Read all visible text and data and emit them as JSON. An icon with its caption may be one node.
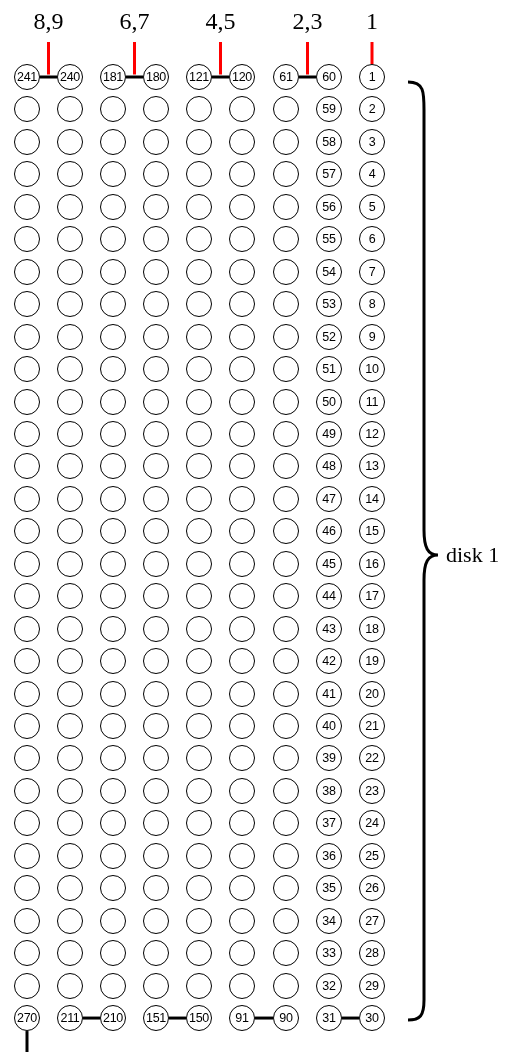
{
  "diagram": {
    "nodes": [
      {
        "text": [
          "8,9"
        ]
      },
      {
        "text": [
          "6,7"
        ]
      },
      {
        "text": [
          "4,5"
        ]
      },
      {
        "text": [
          "2,3"
        ]
      },
      {
        "text": [
          "1"
        ]
      },
      {
        "text": [
          "241"
        ]
      },
      {
        "text": [
          "240"
        ]
      },
      {
        "text": [
          "181"
        ]
      },
      {
        "text": [
          "180"
        ]
      },
      {
        "text": [
          "121"
        ]
      },
      {
        "text": [
          "120"
        ]
      },
      {
        "text": [
          "61"
        ]
      },
      {
        "text": [
          "60"
        ]
      },
      {
        "text": [
          "1"
        ]
      },
      {
        "text": [],
        "shape": "circle"
      },
      {
        "text": [],
        "shape": "circle"
      },
      {
        "text": [],
        "shape": "circle"
      },
      {
        "text": [],
        "shape": "circle"
      },
      {
        "text": [],
        "shape": "circle"
      },
      {
        "text": [],
        "shape": "circle"
      },
      {
        "text": [],
        "shape": "circle"
      },
      {
        "text": [
          "59"
        ]
      },
      {
        "text": [
          "2"
        ]
      },
      {
        "text": [],
        "shape": "circle"
      },
      {
        "text": [],
        "shape": "circle"
      },
      {
        "text": [],
        "shape": "circle"
      },
      {
        "text": [],
        "shape": "circle"
      },
      {
        "text": [],
        "shape": "circle"
      },
      {
        "text": [],
        "shape": "circle"
      },
      {
        "text": [],
        "shape": "circle"
      },
      {
        "text": [
          "58"
        ]
      },
      {
        "text": [
          "3"
        ]
      },
      {
        "text": [],
        "shape": "circle"
      },
      {
        "text": [],
        "shape": "circle"
      },
      {
        "text": [],
        "shape": "circle"
      },
      {
        "text": [],
        "shape": "circle"
      },
      {
        "text": [],
        "shape": "circle"
      },
      {
        "text": [],
        "shape": "circle"
      },
      {
        "text": [],
        "shape": "circle"
      },
      {
        "text": [
          "57"
        ]
      },
      {
        "text": [
          "4"
        ]
      },
      {
        "text": [],
        "shape": "circle"
      },
      {
        "text": [],
        "shape": "circle"
      },
      {
        "text": [],
        "shape": "circle"
      },
      {
        "text": [],
        "shape": "circle"
      },
      {
        "text": [],
        "shape": "circle"
      },
      {
        "text": [],
        "shape": "circle"
      },
      {
        "text": [],
        "shape": "circle"
      },
      {
        "text": [
          "56"
        ]
      },
      {
        "text": [
          "5"
        ]
      },
      {
        "text": [],
        "shape": "circle"
      },
      {
        "text": [],
        "shape": "circle"
      },
      {
        "text": [],
        "shape": "circle"
      },
      {
        "text": [],
        "shape": "circle"
      },
      {
        "text": [],
        "shape": "circle"
      },
      {
        "text": [],
        "shape": "circle"
      },
      {
        "text": [],
        "shape": "circle"
      },
      {
        "text": [
          "55"
        ]
      },
      {
        "text": [
          "6"
        ]
      },
      {
        "text": [],
        "shape": "circle"
      },
      {
        "text": [],
        "shape": "circle"
      },
      {
        "text": [],
        "shape": "circle"
      },
      {
        "text": [],
        "shape": "circle"
      },
      {
        "text": [],
        "shape": "circle"
      },
      {
        "text": [],
        "shape": "circle"
      },
      {
        "text": [],
        "shape": "circle"
      },
      {
        "text": [
          "54"
        ]
      },
      {
        "text": [
          "7"
        ]
      },
      {
        "text": [],
        "shape": "circle"
      },
      {
        "text": [],
        "shape": "circle"
      },
      {
        "text": [],
        "shape": "circle"
      },
      {
        "text": [],
        "shape": "circle"
      },
      {
        "text": [],
        "shape": "circle"
      },
      {
        "text": [],
        "shape": "circle"
      },
      {
        "text": [],
        "shape": "circle"
      },
      {
        "text": [
          "53"
        ]
      },
      {
        "text": [
          "8"
        ]
      },
      {
        "text": [],
        "shape": "circle"
      },
      {
        "text": [],
        "shape": "circle"
      },
      {
        "text": [],
        "shape": "circle"
      },
      {
        "text": [],
        "shape": "circle"
      },
      {
        "text": [],
        "shape": "circle"
      },
      {
        "text": [],
        "shape": "circle"
      },
      {
        "text": [],
        "shape": "circle"
      },
      {
        "text": [
          "52"
        ]
      },
      {
        "text": [
          "9"
        ]
      },
      {
        "text": [],
        "shape": "circle"
      },
      {
        "text": [],
        "shape": "circle"
      },
      {
        "text": [],
        "shape": "circle"
      },
      {
        "text": [],
        "shape": "circle"
      },
      {
        "text": [],
        "shape": "circle"
      },
      {
        "text": [],
        "shape": "circle"
      },
      {
        "text": [],
        "shape": "circle"
      },
      {
        "text": [
          "51"
        ]
      },
      {
        "text": [
          "10"
        ]
      },
      {
        "text": [],
        "shape": "circle"
      },
      {
        "text": [],
        "shape": "circle"
      },
      {
        "text": [],
        "shape": "circle"
      },
      {
        "text": [],
        "shape": "circle"
      },
      {
        "text": [],
        "shape": "circle"
      },
      {
        "text": [],
        "shape": "circle"
      },
      {
        "text": [],
        "shape": "circle"
      },
      {
        "text": [
          "50"
        ]
      },
      {
        "text": [
          "11"
        ]
      },
      {
        "text": [],
        "shape": "circle"
      },
      {
        "text": [],
        "shape": "circle"
      },
      {
        "text": [],
        "shape": "circle"
      },
      {
        "text": [],
        "shape": "circle"
      },
      {
        "text": [],
        "shape": "circle"
      },
      {
        "text": [],
        "shape": "circle"
      },
      {
        "text": [],
        "shape": "circle"
      },
      {
        "text": [
          "49"
        ]
      },
      {
        "text": [
          "12"
        ]
      },
      {
        "text": [],
        "shape": "circle"
      },
      {
        "text": [],
        "shape": "circle"
      },
      {
        "text": [],
        "shape": "circle"
      },
      {
        "text": [],
        "shape": "circle"
      },
      {
        "text": [],
        "shape": "circle"
      },
      {
        "text": [],
        "shape": "circle"
      },
      {
        "text": [],
        "shape": "circle"
      },
      {
        "text": [
          "48"
        ]
      },
      {
        "text": [
          "13"
        ]
      },
      {
        "text": [],
        "shape": "circle"
      },
      {
        "text": [],
        "shape": "circle"
      },
      {
        "text": [],
        "shape": "circle"
      },
      {
        "text": [],
        "shape": "circle"
      },
      {
        "text": [],
        "shape": "circle"
      },
      {
        "text": [],
        "shape": "circle"
      },
      {
        "text": [],
        "shape": "circle"
      },
      {
        "text": [
          "47"
        ]
      },
      {
        "text": [
          "14"
        ]
      },
      {
        "text": [],
        "shape": "circle"
      },
      {
        "text": [],
        "shape": "circle"
      },
      {
        "text": [],
        "shape": "circle"
      },
      {
        "text": [],
        "shape": "circle"
      },
      {
        "text": [],
        "shape": "circle"
      },
      {
        "text": [],
        "shape": "circle"
      },
      {
        "text": [],
        "shape": "circle"
      },
      {
        "text": [
          "46"
        ]
      },
      {
        "text": [
          "15"
        ]
      },
      {
        "text": [],
        "shape": "circle"
      },
      {
        "text": [],
        "shape": "circle"
      },
      {
        "text": [],
        "shape": "circle"
      },
      {
        "text": [],
        "shape": "circle"
      },
      {
        "text": [],
        "shape": "circle"
      },
      {
        "text": [],
        "shape": "circle"
      },
      {
        "text": [],
        "shape": "circle"
      },
      {
        "text": [
          "45"
        ]
      },
      {
        "text": [
          "16"
        ]
      },
      {
        "text": [],
        "shape": "circle"
      },
      {
        "text": [],
        "shape": "circle"
      },
      {
        "text": [],
        "shape": "circle"
      },
      {
        "text": [],
        "shape": "circle"
      },
      {
        "text": [],
        "shape": "circle"
      },
      {
        "text": [],
        "shape": "circle"
      },
      {
        "text": [],
        "shape": "circle"
      },
      {
        "text": [
          "44"
        ]
      },
      {
        "text": [
          "17"
        ]
      },
      {
        "text": [],
        "shape": "circle"
      },
      {
        "text": [],
        "shape": "circle"
      },
      {
        "text": [],
        "shape": "circle"
      },
      {
        "text": [],
        "shape": "circle"
      },
      {
        "text": [],
        "shape": "circle"
      },
      {
        "text": [],
        "shape": "circle"
      },
      {
        "text": [],
        "shape": "circle"
      },
      {
        "text": [
          "43"
        ]
      },
      {
        "text": [
          "18"
        ]
      },
      {
        "text": [],
        "shape": "circle"
      },
      {
        "text": [],
        "shape": "circle"
      },
      {
        "text": [],
        "shape": "circle"
      },
      {
        "text": [],
        "shape": "circle"
      },
      {
        "text": [],
        "shape": "circle"
      },
      {
        "text": [],
        "shape": "circle"
      },
      {
        "text": [],
        "shape": "circle"
      },
      {
        "text": [
          "42"
        ]
      },
      {
        "text": [
          "19"
        ]
      },
      {
        "text": [],
        "shape": "circle"
      },
      {
        "text": [],
        "shape": "circle"
      },
      {
        "text": [],
        "shape": "circle"
      },
      {
        "text": [],
        "shape": "circle"
      },
      {
        "text": [],
        "shape": "circle"
      },
      {
        "text": [],
        "shape": "circle"
      },
      {
        "text": [],
        "shape": "circle"
      },
      {
        "text": [
          "41"
        ]
      },
      {
        "text": [
          "20"
        ]
      },
      {
        "text": [],
        "shape": "circle"
      },
      {
        "text": [],
        "shape": "circle"
      },
      {
        "text": [],
        "shape": "circle"
      },
      {
        "text": [],
        "shape": "circle"
      },
      {
        "text": [],
        "shape": "circle"
      },
      {
        "text": [],
        "shape": "circle"
      },
      {
        "text": [],
        "shape": "circle"
      },
      {
        "text": [
          "40"
        ]
      },
      {
        "text": [
          "21"
        ]
      },
      {
        "text": [],
        "shape": "circle"
      },
      {
        "text": [],
        "shape": "circle"
      },
      {
        "text": [],
        "shape": "circle"
      },
      {
        "text": [],
        "shape": "circle"
      },
      {
        "text": [],
        "shape": "circle"
      },
      {
        "text": [],
        "shape": "circle"
      },
      {
        "text": [],
        "shape": "circle"
      },
      {
        "text": [
          "39"
        ]
      },
      {
        "text": [
          "22"
        ]
      },
      {
        "text": [],
        "shape": "circle"
      },
      {
        "text": [],
        "shape": "circle"
      },
      {
        "text": [],
        "shape": "circle"
      },
      {
        "text": [],
        "shape": "circle"
      },
      {
        "text": [],
        "shape": "circle"
      },
      {
        "text": [],
        "shape": "circle"
      },
      {
        "text": [],
        "shape": "circle"
      },
      {
        "text": [
          "38"
        ]
      },
      {
        "text": [
          "23"
        ]
      },
      {
        "text": [],
        "shape": "circle"
      },
      {
        "text": [],
        "shape": "circle"
      },
      {
        "text": [],
        "shape": "circle"
      },
      {
        "text": [],
        "shape": "circle"
      },
      {
        "text": [],
        "shape": "circle"
      },
      {
        "text": [],
        "shape": "circle"
      },
      {
        "text": [],
        "shape": "circle"
      },
      {
        "text": [
          "37"
        ]
      },
      {
        "text": [
          "24"
        ]
      },
      {
        "text": [],
        "shape": "circle"
      },
      {
        "text": [],
        "shape": "circle"
      },
      {
        "text": [],
        "shape": "circle"
      },
      {
        "text": [],
        "shape": "circle"
      },
      {
        "text": [],
        "shape": "circle"
      },
      {
        "text": [],
        "shape": "circle"
      },
      {
        "text": [],
        "shape": "circle"
      },
      {
        "text": [
          "36"
        ]
      },
      {
        "text": [
          "25"
        ]
      },
      {
        "text": [],
        "shape": "circle"
      },
      {
        "text": [],
        "shape": "circle"
      },
      {
        "text": [],
        "shape": "circle"
      },
      {
        "text": [],
        "shape": "circle"
      },
      {
        "text": [],
        "shape": "circle"
      },
      {
        "text": [],
        "shape": "circle"
      },
      {
        "text": [],
        "shape": "circle"
      },
      {
        "text": [
          "35"
        ]
      },
      {
        "text": [
          "26"
        ]
      },
      {
        "text": [],
        "shape": "circle"
      },
      {
        "text": [],
        "shape": "circle"
      },
      {
        "text": [],
        "shape": "circle"
      },
      {
        "text": [],
        "shape": "circle"
      },
      {
        "text": [],
        "shape": "circle"
      },
      {
        "text": [],
        "shape": "circle"
      },
      {
        "text": [],
        "shape": "circle"
      },
      {
        "text": [
          "34"
        ]
      },
      {
        "text": [
          "27"
        ]
      },
      {
        "text": [],
        "shape": "circle"
      },
      {
        "text": [],
        "shape": "circle"
      },
      {
        "text": [],
        "shape": "circle"
      },
      {
        "text": [],
        "shape": "circle"
      },
      {
        "text": [],
        "shape": "circle"
      },
      {
        "text": [],
        "shape": "circle"
      },
      {
        "text": [],
        "shape": "circle"
      },
      {
        "text": [
          "33"
        ]
      },
      {
        "text": [
          "28"
        ]
      },
      {
        "text": [],
        "shape": "circle"
      },
      {
        "text": [],
        "shape": "circle"
      },
      {
        "text": [],
        "shape": "circle"
      },
      {
        "text": [],
        "shape": "circle"
      },
      {
        "text": [],
        "shape": "circle"
      },
      {
        "text": [],
        "shape": "circle"
      },
      {
        "text": [],
        "shape": "circle"
      },
      {
        "text": [
          "32"
        ]
      },
      {
        "text": [
          "29"
        ]
      },
      {
        "text": [
          "270"
        ]
      },
      {
        "text": [
          "211"
        ]
      },
      {
        "text": [
          "210"
        ]
      },
      {
        "text": [
          "151"
        ]
      },
      {
        "text": [
          "150"
        ]
      },
      {
        "text": [
          "91"
        ]
      },
      {
        "text": [
          "90"
        ]
      },
      {
        "text": [
          "31"
        ]
      },
      {
        "text": [
          "30"
        ]
      }
    ],
    "edges": [
      {
        "from": 0,
        "to": 5,
        "arrow": "none",
        "color": "#ff0000"
      },
      {
        "from": 1,
        "to": 7,
        "arrow": "none",
        "color": "#ff0000"
      },
      {
        "from": 2,
        "to": 9,
        "arrow": "none",
        "color": "#ff0000"
      },
      {
        "from": 3,
        "to": 11,
        "arrow": "none",
        "color": "#ff0000"
      },
      {
        "from": 4,
        "to": 13,
        "arrow": "none",
        "color": "#ff0000"
      },
      {
        "from": 5,
        "to": 6,
        "arrow": "none"
      },
      {
        "from": 7,
        "to": 8,
        "arrow": "none"
      },
      {
        "from": 9,
        "to": 10,
        "arrow": "none"
      },
      {
        "from": 11,
        "to": 12,
        "arrow": "none"
      },
      {
        "from": 267,
        "to": 268,
        "arrow": "none"
      },
      {
        "from": 269,
        "to": 270,
        "arrow": "none"
      },
      {
        "from": 271,
        "to": 272,
        "arrow": "none"
      },
      {
        "from": 273,
        "to": 274,
        "arrow": "none"
      },
      {
        "from": 266,
        "to": null,
        "arrow": "none"
      }
    ],
    "labels": [
      "disk 1"
    ]
  }
}
